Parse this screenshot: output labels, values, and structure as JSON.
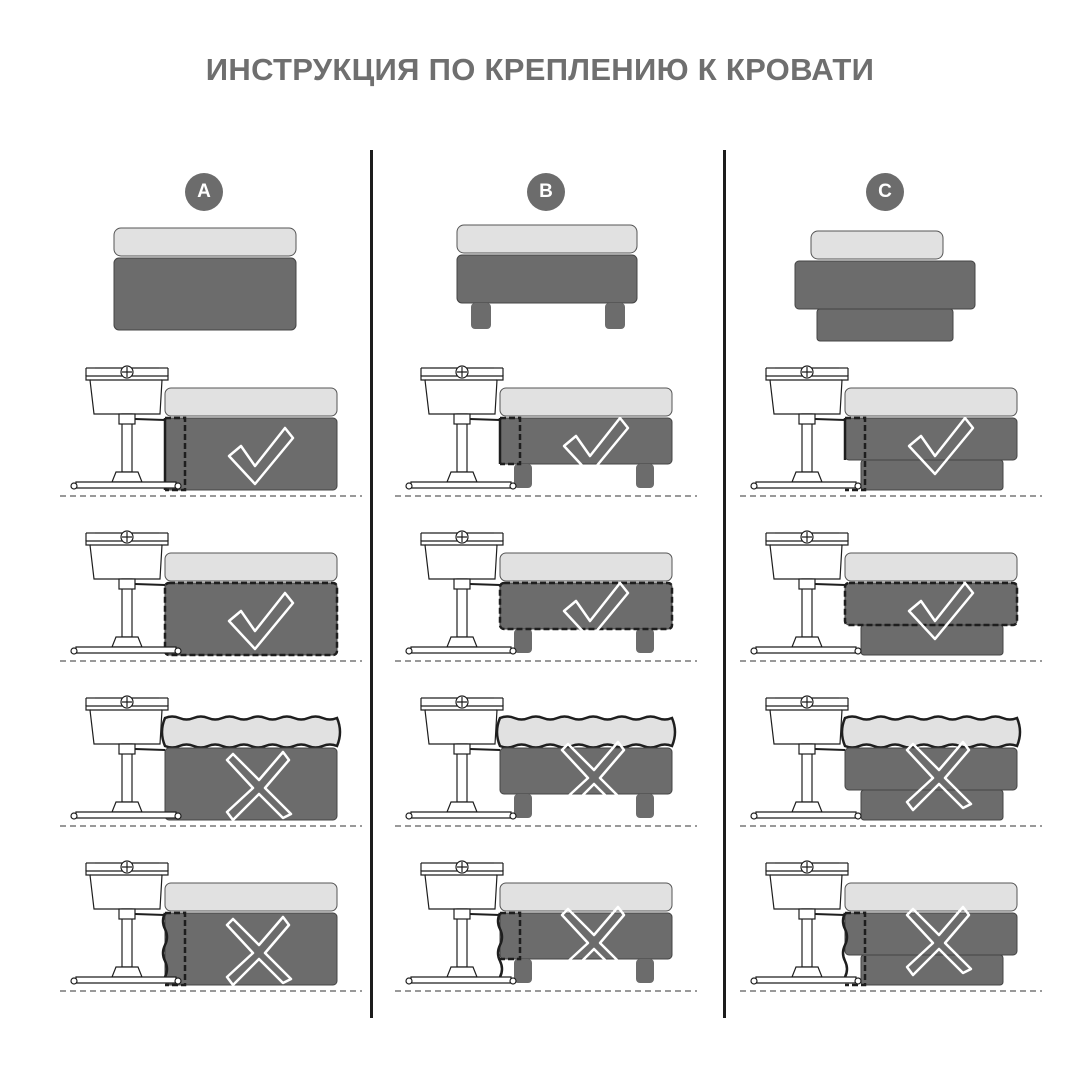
{
  "title": "ИНСТРУКЦИЯ ПО КРЕПЛЕНИЮ К КРОВАТИ",
  "colors": {
    "title": "#6f6f6f",
    "mattress": "#e1e1e1",
    "base": "#6c6c6c",
    "badge": "#6c6c6c",
    "outline": "#1e1e1e",
    "divider": "#1c1c1c"
  },
  "columns": [
    {
      "badge": "A",
      "bed_type": "platform",
      "rows": [
        {
          "result": "correct",
          "attachment": "clamp-base-side"
        },
        {
          "result": "correct",
          "attachment": "wrap-around-base"
        },
        {
          "result": "incorrect",
          "attachment": "wrap-around-mattress"
        },
        {
          "result": "incorrect",
          "attachment": "clamp-base-side"
        }
      ]
    },
    {
      "badge": "B",
      "bed_type": "legs",
      "rows": [
        {
          "result": "correct",
          "attachment": "clamp-base-side"
        },
        {
          "result": "correct",
          "attachment": "wrap-around-base"
        },
        {
          "result": "incorrect",
          "attachment": "wrap-around-mattress"
        },
        {
          "result": "incorrect",
          "attachment": "clamp-base-side"
        }
      ]
    },
    {
      "badge": "C",
      "bed_type": "tiered",
      "rows": [
        {
          "result": "correct",
          "attachment": "clamp-base-side"
        },
        {
          "result": "correct",
          "attachment": "wrap-around-base"
        },
        {
          "result": "incorrect",
          "attachment": "wrap-around-mattress"
        },
        {
          "result": "incorrect",
          "attachment": "clamp-base-side"
        }
      ]
    }
  ]
}
